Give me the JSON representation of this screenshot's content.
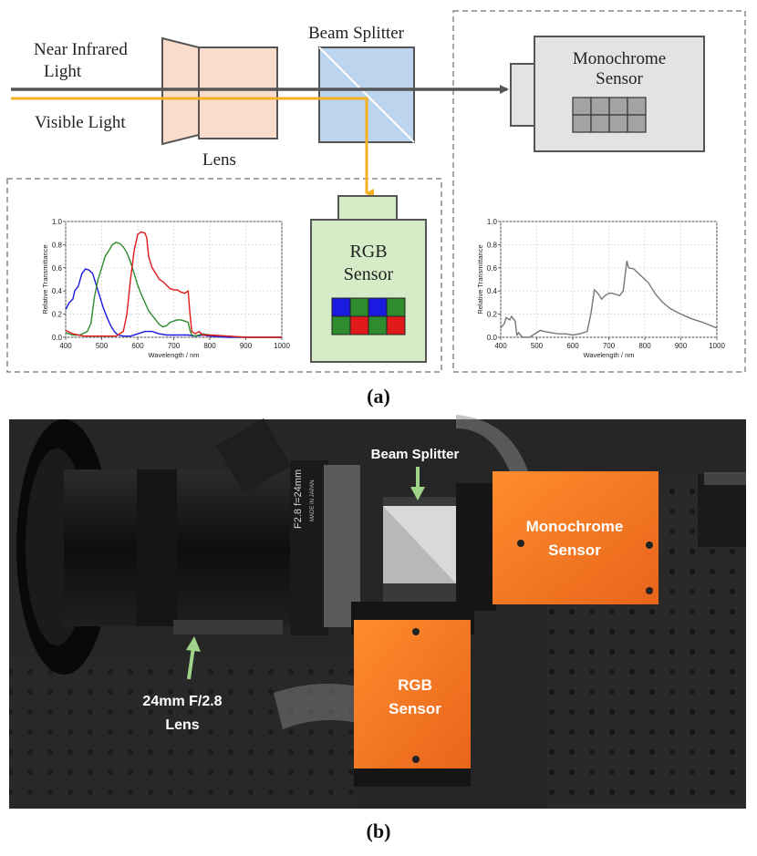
{
  "diagram": {
    "near_infrared_label_1": "Near Infrared",
    "near_infrared_label_2": "Light",
    "visible_light_label": "Visible Light",
    "lens_label": "Lens",
    "beam_splitter_label": "Beam Splitter",
    "mono_sensor_label_1": "Monochrome",
    "mono_sensor_label_2": "Sensor",
    "rgb_sensor_label_1": "RGB",
    "rgb_sensor_label_2": "Sensor",
    "caption_a": "(a)",
    "colors": {
      "nir_ray": "#555555",
      "visible_ray": "#f5b024",
      "lens_fill": "#f9dccb",
      "splitter_fill": "#bcd4ee",
      "mono_fill": "#e3e3e3",
      "rgb_fill": "#d5ecc6",
      "red": "#e0191b",
      "green": "#2e8b2e",
      "blue": "#1a1ae0"
    },
    "bayer_pattern": [
      [
        "blue",
        "green",
        "blue",
        "green"
      ],
      [
        "green",
        "red",
        "green",
        "red"
      ]
    ]
  },
  "photo": {
    "beam_splitter_label": "Beam Splitter",
    "mono_label_1": "Monochrome",
    "mono_label_2": "Sensor",
    "rgb_label_1": "RGB",
    "rgb_label_2": "Sensor",
    "lens_label_1": "24mm F/2.8",
    "lens_label_2": "Lens",
    "lens_markings_1": "F2.8 f=24mm",
    "lens_markings_2": "MADE IN JAPAN",
    "caption_b": "(b)"
  },
  "chart_data": [
    {
      "type": "line",
      "xlabel": "Wavelength / nm",
      "ylabel": "Relative Transmittance",
      "xlim": [
        400,
        1000
      ],
      "ylim": [
        0,
        1
      ],
      "xticks": [
        "400",
        "500",
        "600",
        "700",
        "800",
        "900",
        "1000"
      ],
      "yticks": [
        "0.0",
        "0.2",
        "0.4",
        "0.6",
        "0.8",
        "1.0"
      ],
      "grid": true,
      "series": [
        {
          "color": "#1a1ae0",
          "points": [
            [
              400,
              0.24
            ],
            [
              410,
              0.3
            ],
            [
              420,
              0.33
            ],
            [
              425,
              0.4
            ],
            [
              435,
              0.44
            ],
            [
              445,
              0.55
            ],
            [
              455,
              0.59
            ],
            [
              465,
              0.58
            ],
            [
              475,
              0.55
            ],
            [
              485,
              0.45
            ],
            [
              495,
              0.35
            ],
            [
              505,
              0.25
            ],
            [
              515,
              0.17
            ],
            [
              525,
              0.1
            ],
            [
              535,
              0.05
            ],
            [
              545,
              0.02
            ],
            [
              560,
              0.01
            ],
            [
              580,
              0.01
            ],
            [
              600,
              0.03
            ],
            [
              620,
              0.05
            ],
            [
              640,
              0.05
            ],
            [
              660,
              0.03
            ],
            [
              680,
              0.02
            ],
            [
              700,
              0.02
            ],
            [
              720,
              0.02
            ],
            [
              740,
              0.02
            ],
            [
              760,
              0.01
            ],
            [
              780,
              0.02
            ],
            [
              800,
              0.01
            ],
            [
              850,
              0.0
            ],
            [
              900,
              0.0
            ],
            [
              1000,
              0.0
            ]
          ]
        },
        {
          "color": "#2e8b2e",
          "points": [
            [
              400,
              0.04
            ],
            [
              420,
              0.02
            ],
            [
              440,
              0.02
            ],
            [
              460,
              0.05
            ],
            [
              470,
              0.12
            ],
            [
              480,
              0.35
            ],
            [
              490,
              0.5
            ],
            [
              500,
              0.6
            ],
            [
              510,
              0.7
            ],
            [
              520,
              0.75
            ],
            [
              530,
              0.8
            ],
            [
              540,
              0.82
            ],
            [
              550,
              0.81
            ],
            [
              560,
              0.78
            ],
            [
              570,
              0.73
            ],
            [
              580,
              0.65
            ],
            [
              590,
              0.55
            ],
            [
              600,
              0.45
            ],
            [
              610,
              0.37
            ],
            [
              620,
              0.3
            ],
            [
              630,
              0.23
            ],
            [
              640,
              0.19
            ],
            [
              650,
              0.15
            ],
            [
              660,
              0.11
            ],
            [
              670,
              0.09
            ],
            [
              680,
              0.1
            ],
            [
              690,
              0.13
            ],
            [
              700,
              0.14
            ],
            [
              710,
              0.15
            ],
            [
              720,
              0.15
            ],
            [
              730,
              0.14
            ],
            [
              740,
              0.13
            ],
            [
              745,
              0.06
            ],
            [
              750,
              0.02
            ],
            [
              760,
              0.01
            ],
            [
              780,
              0.03
            ],
            [
              800,
              0.02
            ],
            [
              850,
              0.01
            ],
            [
              900,
              0.0
            ],
            [
              1000,
              0.0
            ]
          ]
        },
        {
          "color": "#e0191b",
          "points": [
            [
              400,
              0.06
            ],
            [
              420,
              0.03
            ],
            [
              450,
              0.01
            ],
            [
              500,
              0.01
            ],
            [
              540,
              0.01
            ],
            [
              560,
              0.05
            ],
            [
              570,
              0.2
            ],
            [
              580,
              0.5
            ],
            [
              590,
              0.75
            ],
            [
              600,
              0.89
            ],
            [
              610,
              0.91
            ],
            [
              620,
              0.9
            ],
            [
              625,
              0.86
            ],
            [
              630,
              0.7
            ],
            [
              640,
              0.6
            ],
            [
              650,
              0.55
            ],
            [
              660,
              0.5
            ],
            [
              670,
              0.48
            ],
            [
              680,
              0.45
            ],
            [
              690,
              0.42
            ],
            [
              700,
              0.41
            ],
            [
              710,
              0.41
            ],
            [
              720,
              0.39
            ],
            [
              730,
              0.38
            ],
            [
              740,
              0.4
            ],
            [
              745,
              0.2
            ],
            [
              750,
              0.05
            ],
            [
              760,
              0.03
            ],
            [
              770,
              0.05
            ],
            [
              780,
              0.02
            ],
            [
              800,
              0.02
            ],
            [
              850,
              0.01
            ],
            [
              900,
              0.0
            ],
            [
              1000,
              0.0
            ]
          ]
        }
      ]
    },
    {
      "type": "line",
      "xlabel": "Wavelength / nm",
      "ylabel": "Relative Transmittance",
      "xlim": [
        400,
        1000
      ],
      "ylim": [
        0,
        1
      ],
      "xticks": [
        "400",
        "500",
        "600",
        "700",
        "800",
        "900",
        "1000"
      ],
      "yticks": [
        "0.0",
        "0.2",
        "0.4",
        "0.6",
        "0.8",
        "1.0"
      ],
      "grid": true,
      "series": [
        {
          "color": "#777777",
          "points": [
            [
              400,
              0.08
            ],
            [
              410,
              0.12
            ],
            [
              415,
              0.17
            ],
            [
              425,
              0.15
            ],
            [
              430,
              0.18
            ],
            [
              440,
              0.14
            ],
            [
              445,
              0.02
            ],
            [
              450,
              0.04
            ],
            [
              460,
              0.0
            ],
            [
              480,
              0.0
            ],
            [
              500,
              0.04
            ],
            [
              510,
              0.06
            ],
            [
              520,
              0.05
            ],
            [
              540,
              0.04
            ],
            [
              560,
              0.03
            ],
            [
              580,
              0.03
            ],
            [
              600,
              0.02
            ],
            [
              620,
              0.03
            ],
            [
              640,
              0.05
            ],
            [
              650,
              0.2
            ],
            [
              660,
              0.41
            ],
            [
              670,
              0.38
            ],
            [
              680,
              0.33
            ],
            [
              690,
              0.36
            ],
            [
              700,
              0.38
            ],
            [
              710,
              0.38
            ],
            [
              720,
              0.37
            ],
            [
              730,
              0.36
            ],
            [
              740,
              0.4
            ],
            [
              750,
              0.66
            ],
            [
              755,
              0.6
            ],
            [
              770,
              0.59
            ],
            [
              790,
              0.53
            ],
            [
              810,
              0.47
            ],
            [
              830,
              0.37
            ],
            [
              850,
              0.3
            ],
            [
              870,
              0.25
            ],
            [
              900,
              0.2
            ],
            [
              930,
              0.16
            ],
            [
              960,
              0.13
            ],
            [
              1000,
              0.08
            ]
          ]
        }
      ]
    }
  ]
}
